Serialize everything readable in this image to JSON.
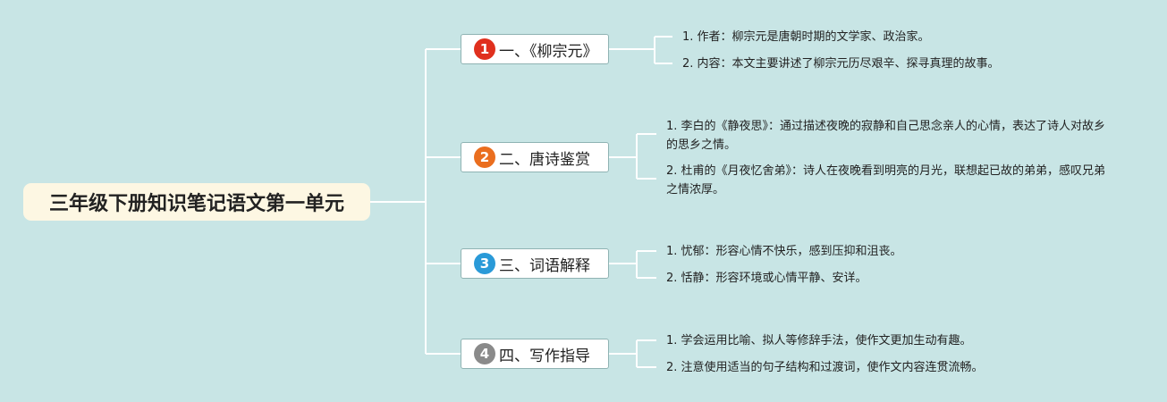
{
  "root": {
    "title": "三年级下册知识笔记语文第一单元"
  },
  "colors": {
    "background": "#c8e5e5",
    "line": "#ffffff",
    "root_bg": "#fdf7e3"
  },
  "branches": [
    {
      "number": "1",
      "badge_color": "#e0301e",
      "label": "一、《柳宗元》",
      "items": [
        "1. 作者：柳宗元是唐朝时期的文学家、政治家。",
        "2. 内容：本文主要讲述了柳宗元历尽艰辛、探寻真理的故事。"
      ]
    },
    {
      "number": "2",
      "badge_color": "#ea6e1f",
      "label": "二、唐诗鉴赏",
      "items": [
        "1. 李白的《静夜思》：通过描述夜晚的寂静和自己思念亲人的心情，表达了诗人对故乡的思乡之情。",
        "2. 杜甫的《月夜忆舍弟》：诗人在夜晚看到明亮的月光，联想起已故的弟弟，感叹兄弟之情浓厚。"
      ]
    },
    {
      "number": "3",
      "badge_color": "#2a9ad8",
      "label": "三、词语解释",
      "items": [
        "1. 忧郁：形容心情不快乐，感到压抑和沮丧。",
        "2. 恬静：形容环境或心情平静、安详。"
      ]
    },
    {
      "number": "4",
      "badge_color": "#8a8a8a",
      "label": "四、写作指导",
      "items": [
        "1. 学会运用比喻、拟人等修辞手法，使作文更加生动有趣。",
        "2. 注意使用适当的句子结构和过渡词，使作文内容连贯流畅。"
      ]
    }
  ]
}
